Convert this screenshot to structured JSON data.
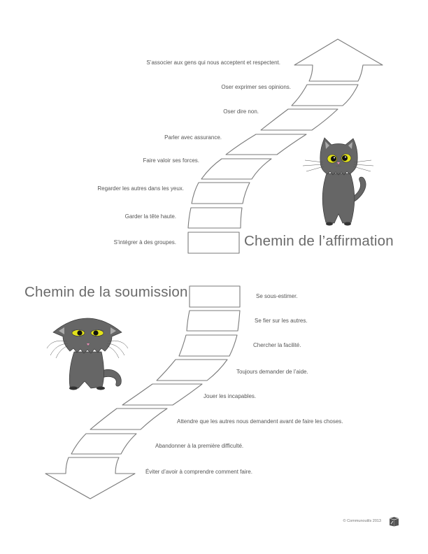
{
  "affirmation_path": {
    "title": "Chemin de l’affirmation",
    "steps": [
      "S’associer aux gens qui nous acceptent et respectent.",
      "Oser exprimer ses opinions.",
      "Oser dire non.",
      "Parler avec assurance.",
      "Faire valoir ses forces.",
      "Regarder les autres dans les yeux.",
      "Garder la tête haute.",
      "S’intégrer à des groupes."
    ],
    "direction_icon": "arrow-up-icon",
    "mascot": "happy-cat-illustration"
  },
  "submission_path": {
    "title": "Chemin de la soumission",
    "steps": [
      "Se sous-estimer.",
      "Se fier sur les autres.",
      "Chercher la facilité.",
      "Toujours demander de l’aide.",
      "Jouer les incapables.",
      "Attendre que les autres nous demandent avant de faire les choses.",
      "Abandonner à la première difficulté.",
      "Éviter d’avoir à comprendre comment faire."
    ],
    "direction_icon": "arrow-down-icon",
    "mascot": "sad-cat-illustration"
  },
  "footer": {
    "copyright": "© Communoutils 2013",
    "logo_icon": "box-logo-icon"
  },
  "colors": {
    "outline": "#7a7a7a",
    "text": "#555555",
    "title": "#6a6a6a",
    "cat_fur": "#666666",
    "cat_eyes": "#e2e21a",
    "cat_nose": "#f08cb8"
  }
}
